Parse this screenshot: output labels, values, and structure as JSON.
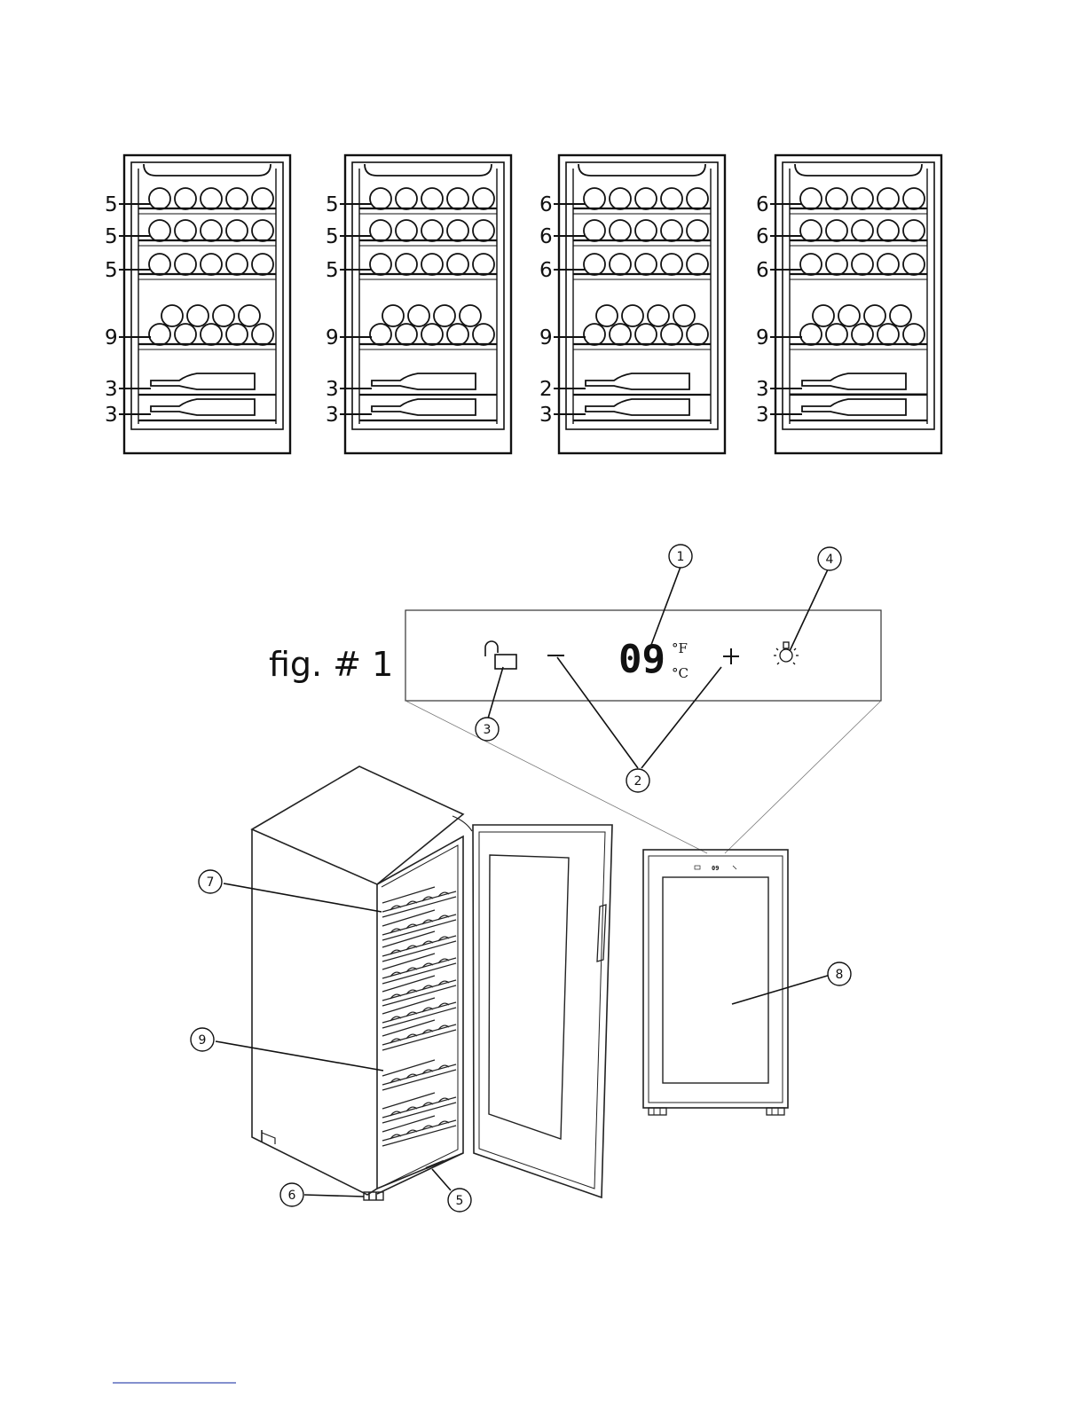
{
  "configurations": [
    {
      "shelves": [
        {
          "type": "row",
          "count": "5"
        },
        {
          "type": "row",
          "count": "5"
        },
        {
          "type": "row",
          "count": "5"
        },
        {
          "type": "stack",
          "count": "9"
        },
        {
          "type": "bottle",
          "count": "3"
        },
        {
          "type": "bottle",
          "count": "3"
        }
      ]
    },
    {
      "shelves": [
        {
          "type": "row",
          "count": "5"
        },
        {
          "type": "row",
          "count": "5"
        },
        {
          "type": "row",
          "count": "5"
        },
        {
          "type": "stack",
          "count": "9"
        },
        {
          "type": "bottle",
          "count": "3"
        },
        {
          "type": "bottle",
          "count": "3"
        }
      ]
    },
    {
      "shelves": [
        {
          "type": "row",
          "count": "6"
        },
        {
          "type": "row",
          "count": "6"
        },
        {
          "type": "row",
          "count": "6"
        },
        {
          "type": "stack",
          "count": "9"
        },
        {
          "type": "bottle",
          "count": "2"
        },
        {
          "type": "bottle",
          "count": "3"
        }
      ]
    },
    {
      "shelves": [
        {
          "type": "row",
          "count": "6"
        },
        {
          "type": "row",
          "count": "6"
        },
        {
          "type": "row",
          "count": "6"
        },
        {
          "type": "stack",
          "count": "9"
        },
        {
          "type": "bottle",
          "count": "3",
          "divided": true
        },
        {
          "type": "bottle",
          "count": "3"
        }
      ]
    }
  ],
  "control_panel": {
    "figure_label": "fig. # 1",
    "display_value": "09",
    "unit_f": "°F",
    "unit_c": "°C",
    "minus_label": "−",
    "plus_label": "+",
    "mini_display": "09"
  },
  "callouts": {
    "display": "1",
    "temp_buttons": "2",
    "lock": "3",
    "light": "4",
    "bottom": "5",
    "foot": "6",
    "top_shelf": "7",
    "glass_door": "8",
    "lower_shelf": "9"
  },
  "icons": [
    "lock-icon",
    "light-bulb-icon",
    "minus-icon",
    "plus-icon"
  ]
}
